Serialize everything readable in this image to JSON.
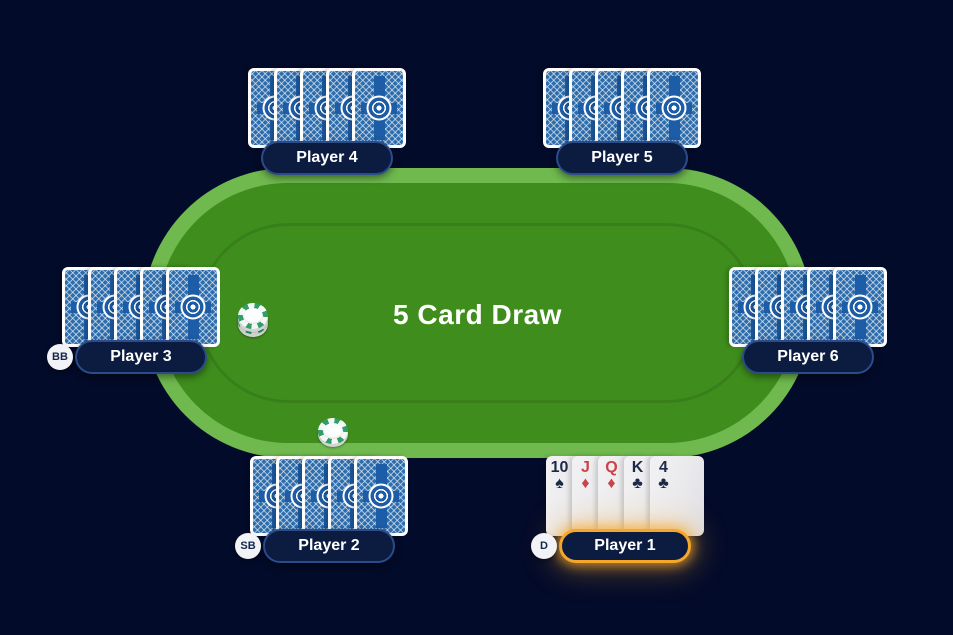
{
  "table": {
    "title": "5 Card Draw",
    "rim_color": "#6fb94e",
    "felt_color": "#3f8e1d"
  },
  "colors": {
    "background": "#030b2a",
    "pill_fill": "#0c1c40",
    "pill_border": "#2a4c8c",
    "active_accent": "#f5a62b",
    "card_back_blue": "#2e6dac",
    "chip_green": "#2f9e68",
    "suit_red": "#cd4148",
    "suit_dark": "#1c2947"
  },
  "seats": [
    {
      "name": "Player 1",
      "badge": "D",
      "active": true,
      "cards": [
        {
          "rank": "10",
          "suit": "spade"
        },
        {
          "rank": "J",
          "suit": "diamond"
        },
        {
          "rank": "Q",
          "suit": "diamond"
        },
        {
          "rank": "K",
          "suit": "club"
        },
        {
          "rank": "4",
          "suit": "club"
        }
      ]
    },
    {
      "name": "Player 2",
      "badge": "SB",
      "active": false,
      "cards": [
        {
          "back": true
        },
        {
          "back": true
        },
        {
          "back": true
        },
        {
          "back": true
        },
        {
          "back": true
        }
      ]
    },
    {
      "name": "Player 3",
      "badge": "BB",
      "active": false,
      "cards": [
        {
          "back": true
        },
        {
          "back": true
        },
        {
          "back": true
        },
        {
          "back": true
        },
        {
          "back": true
        }
      ]
    },
    {
      "name": "Player 4",
      "badge": "",
      "active": false,
      "cards": [
        {
          "back": true
        },
        {
          "back": true
        },
        {
          "back": true
        },
        {
          "back": true
        },
        {
          "back": true
        }
      ]
    },
    {
      "name": "Player 5",
      "badge": "",
      "active": false,
      "cards": [
        {
          "back": true
        },
        {
          "back": true
        },
        {
          "back": true
        },
        {
          "back": true
        },
        {
          "back": true
        }
      ]
    },
    {
      "name": "Player 6",
      "badge": "",
      "active": false,
      "cards": [
        {
          "back": true
        },
        {
          "back": true
        },
        {
          "back": true
        },
        {
          "back": true
        },
        {
          "back": true
        }
      ]
    }
  ],
  "chips": [
    {
      "count": 2
    },
    {
      "count": 1
    }
  ]
}
